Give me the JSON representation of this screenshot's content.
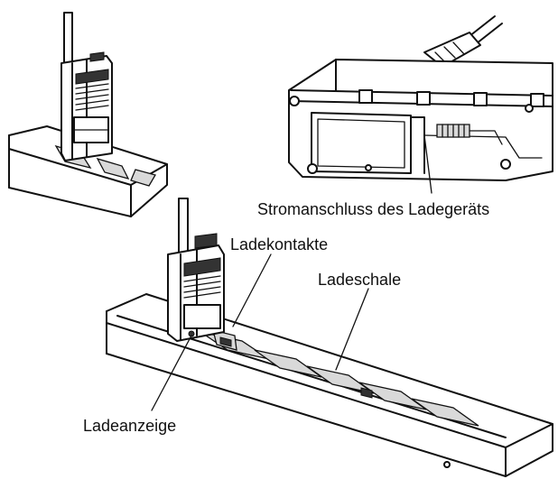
{
  "labels": {
    "power_connector": "Stromanschluss des Ladegeräts",
    "charging_contacts": "Ladekontakte",
    "charging_tray": "Ladeschale",
    "charge_indicator": "Ladeanzeige"
  }
}
